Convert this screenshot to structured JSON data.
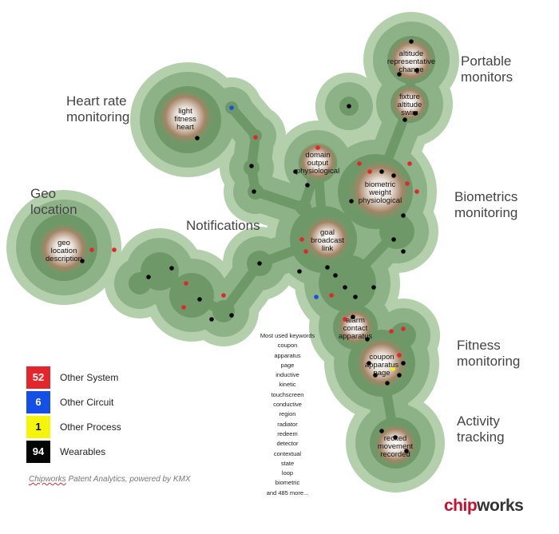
{
  "clusters": [
    {
      "id": "portable",
      "label": [
        "Portable",
        "monitors"
      ]
    },
    {
      "id": "heart",
      "label": [
        "Heart rate",
        "monitoring"
      ]
    },
    {
      "id": "geo",
      "label": [
        "Geo",
        "location"
      ]
    },
    {
      "id": "notifications",
      "label": [
        "Notifications"
      ]
    },
    {
      "id": "biometrics",
      "label": [
        "Biometrics",
        "monitoring"
      ]
    },
    {
      "id": "fitness",
      "label": [
        "Fitness",
        "monitoring"
      ]
    },
    {
      "id": "activity",
      "label": [
        "Activity",
        "tracking"
      ]
    }
  ],
  "peaks": [
    {
      "id": "altitude",
      "label": [
        "altitude",
        "representative",
        "change"
      ]
    },
    {
      "id": "fixture",
      "label": [
        "fixture",
        "altitude",
        "swim"
      ]
    },
    {
      "id": "light",
      "label": [
        "light",
        "fitness",
        "heart"
      ]
    },
    {
      "id": "domain",
      "label": [
        "domain",
        "output",
        "physiological"
      ]
    },
    {
      "id": "biometric",
      "label": [
        "biometric",
        "weight",
        "physiological"
      ]
    },
    {
      "id": "geoloc",
      "label": [
        "geo",
        "location",
        "description"
      ]
    },
    {
      "id": "goal",
      "label": [
        "goal",
        "broadcast",
        "link"
      ]
    },
    {
      "id": "alarm",
      "label": [
        "alarm",
        "contact",
        "apparatus"
      ]
    },
    {
      "id": "coupon",
      "label": [
        "coupon",
        "apparatus",
        "page"
      ]
    },
    {
      "id": "recited",
      "label": [
        "recited",
        "movement",
        "recorded"
      ]
    }
  ],
  "keywords": {
    "title": "Most used keywords",
    "items": [
      "coupon",
      "apparatus",
      "page",
      "inductive",
      "kinetic",
      "touchscreen",
      "conductive",
      "region",
      "radiator",
      "redeem",
      "detector",
      "contextual",
      "state",
      "loop",
      "biometric"
    ],
    "more": "and 485 more..."
  },
  "legend": [
    {
      "count": "52",
      "label": "Other System",
      "color": "#e2262b",
      "text_color": "#ffffff"
    },
    {
      "count": "6",
      "label": "Other Circuit",
      "color": "#1450e6",
      "text_color": "#ffffff"
    },
    {
      "count": "1",
      "label": "Other Process",
      "color": "#f5f50a",
      "text_color": "#000000"
    },
    {
      "count": "94",
      "label": "Wearables",
      "color": "#050505",
      "text_color": "#ffffff"
    }
  ],
  "credit": {
    "brand": "Chipworks",
    "rest": " Patent Analytics, powered by KMX"
  },
  "logo": {
    "part1": "chip",
    "part2": "works"
  },
  "colors": {
    "halo": "#b3cfac",
    "land": "#8eb287",
    "inner": "#6f9868",
    "peak": "#8a6a4a"
  }
}
